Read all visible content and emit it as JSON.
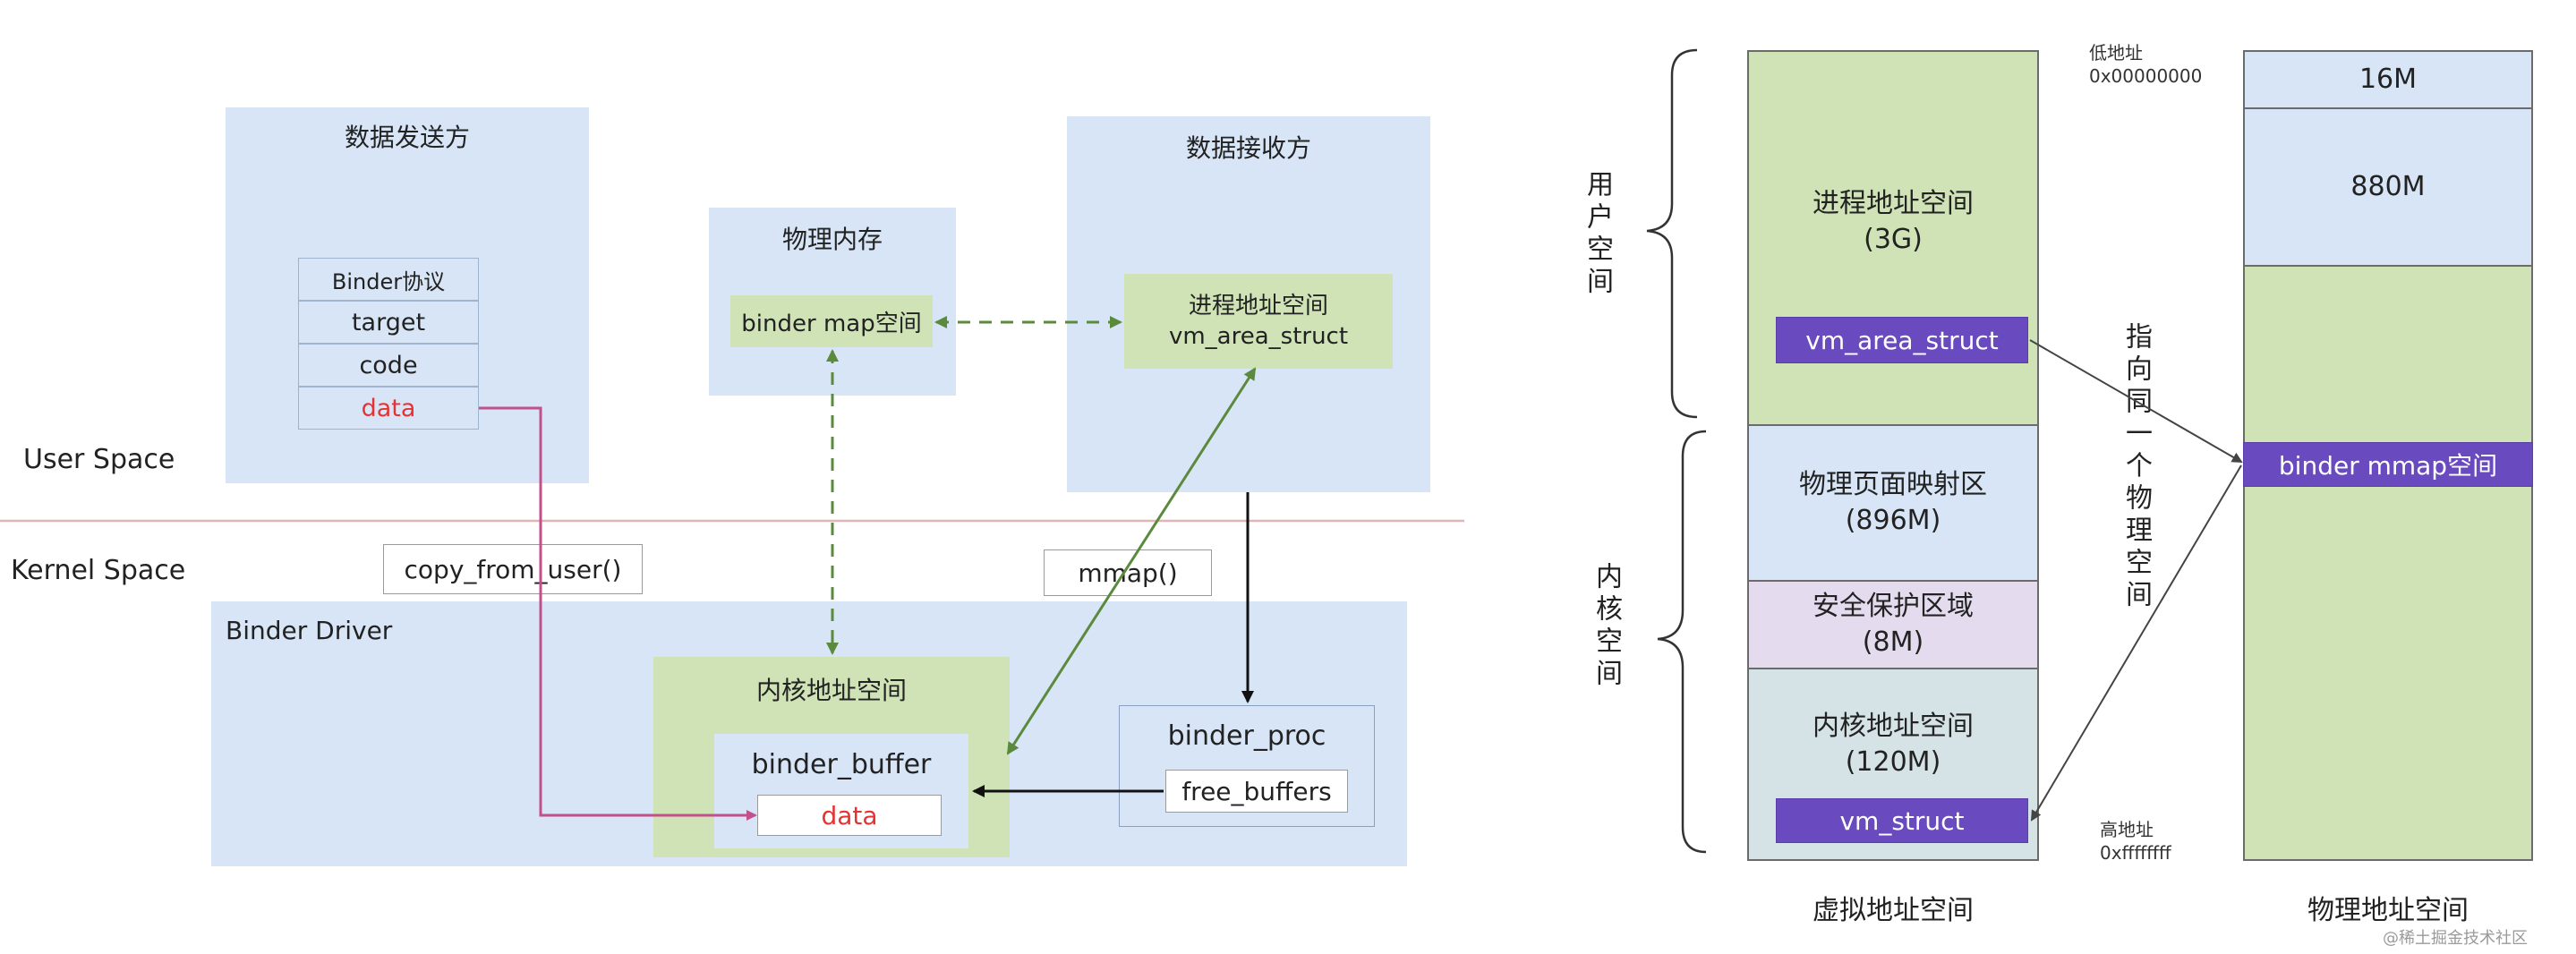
{
  "left": {
    "sender_title": "数据发送方",
    "protocol": [
      "Binder协议",
      "target",
      "code",
      "data"
    ],
    "physical_memory_title": "物理内存",
    "binder_map_label": "binder map空间",
    "receiver_title": "数据接收方",
    "process_addr_line1": "进程地址空间",
    "process_addr_line2": "vm_area_struct",
    "user_space": "User Space",
    "kernel_space": "Kernel Space",
    "copy_from_user": "copy_from_user()",
    "mmap": "mmap()",
    "binder_driver": "Binder Driver",
    "kernel_addr_title": "内核地址空间",
    "binder_buffer": "binder_buffer",
    "data_label": "data",
    "binder_proc": "binder_proc",
    "free_buffers": "free_buffers"
  },
  "right": {
    "user_space_label": "用户空间",
    "kernel_space_label": "内核空间",
    "virtual_segments": [
      {
        "line1": "进程地址空间",
        "line2": "(3G)"
      },
      {
        "line1": "物理页面映射区",
        "line2": "(896M)"
      },
      {
        "line1": "安全保护区域",
        "line2": "(8M)"
      },
      {
        "line1": "内核地址空间",
        "line2": "(120M)"
      }
    ],
    "vm_area_struct": "vm_area_struct",
    "vm_struct": "vm_struct",
    "low_addr_line1": "低地址",
    "low_addr_line2": "0x00000000",
    "high_addr_line1": "高地址",
    "high_addr_line2": "0xffffffff",
    "pointing_text": "指向同一个物理空间",
    "physical_segments": [
      "16M",
      "880M"
    ],
    "binder_mmap": "binder mmap空间",
    "virtual_caption": "虚拟地址空间",
    "physical_caption": "物理地址空间",
    "watermark": "@稀土掘金技术社区"
  },
  "colors": {
    "blue_box": "#d7e5f6",
    "green_box": "#cfe3b6",
    "purple": "#6a4bbf",
    "pink_line": "#c2508a",
    "green_line": "#5b8a3c",
    "divider": "#e0b5b5"
  }
}
